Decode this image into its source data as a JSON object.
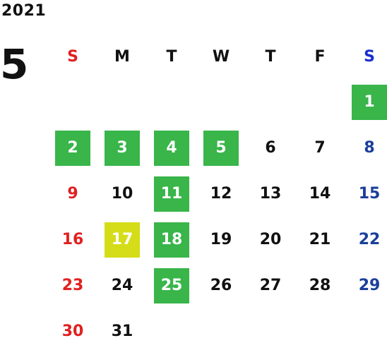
{
  "calendar": {
    "year": "2021",
    "month": "5",
    "weekdays": [
      "S",
      "M",
      "T",
      "W",
      "T",
      "F",
      "S"
    ],
    "colors": {
      "sunday": "#e02020",
      "saturday": "#1b3f9a",
      "holiday_green": "#39b54a",
      "today_yellow": "#d4dd17"
    },
    "weeks": [
      [
        null,
        null,
        null,
        null,
        null,
        null,
        {
          "day": "1",
          "hl": "green"
        }
      ],
      [
        {
          "day": "2",
          "hl": "green"
        },
        {
          "day": "3",
          "hl": "green"
        },
        {
          "day": "4",
          "hl": "green"
        },
        {
          "day": "5",
          "hl": "green"
        },
        {
          "day": "6"
        },
        {
          "day": "7"
        },
        {
          "day": "8"
        }
      ],
      [
        {
          "day": "9"
        },
        {
          "day": "10"
        },
        {
          "day": "11",
          "hl": "green"
        },
        {
          "day": "12"
        },
        {
          "day": "13"
        },
        {
          "day": "14"
        },
        {
          "day": "15"
        }
      ],
      [
        {
          "day": "16"
        },
        {
          "day": "17",
          "hl": "yellow"
        },
        {
          "day": "18",
          "hl": "green"
        },
        {
          "day": "19"
        },
        {
          "day": "20"
        },
        {
          "day": "21"
        },
        {
          "day": "22"
        }
      ],
      [
        {
          "day": "23"
        },
        {
          "day": "24"
        },
        {
          "day": "25",
          "hl": "green"
        },
        {
          "day": "26"
        },
        {
          "day": "27"
        },
        {
          "day": "28"
        },
        {
          "day": "29"
        }
      ],
      [
        {
          "day": "30"
        },
        {
          "day": "31"
        },
        null,
        null,
        null,
        null,
        null
      ]
    ]
  }
}
